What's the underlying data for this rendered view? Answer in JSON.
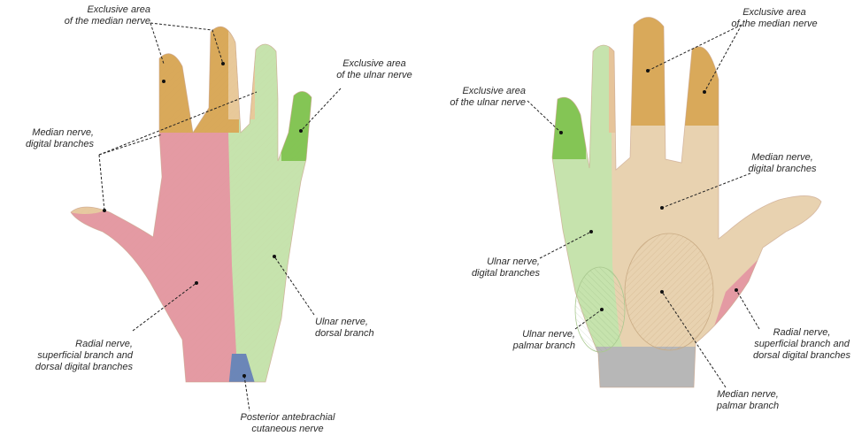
{
  "colors": {
    "median": "#d9a95a",
    "median_palm": "#e8d2b0",
    "ulnar": "#b9dba0",
    "ulnar_exclusive": "#7fc24a",
    "radial": "#e49aa3",
    "posterior_antebrachial": "#6b86b8",
    "wrist_gray": "#b7b7b7",
    "line": "#222222"
  },
  "dorsal": {
    "exclusive_median": [
      "Exclusive area",
      "of the median nerve"
    ],
    "exclusive_ulnar": [
      "Exclusive area",
      "of the ulnar nerve"
    ],
    "median_digital": [
      "Median nerve,",
      "digital branches"
    ],
    "radial_superficial": [
      "Radial nerve,",
      "superficial branch and",
      "dorsal digital branches"
    ],
    "ulnar_dorsal": [
      "Ulnar nerve,",
      "dorsal branch"
    ],
    "posterior_antebrachial": [
      "Posterior antebrachial",
      "cutaneous nerve"
    ]
  },
  "palmar": {
    "exclusive_ulnar": [
      "Exclusive area",
      "of the ulnar nerve"
    ],
    "exclusive_median": [
      "Exclusive area",
      "of the median nerve"
    ],
    "median_digital": [
      "Median nerve,",
      "digital branches"
    ],
    "ulnar_digital": [
      "Ulnar nerve,",
      "digital branches"
    ],
    "ulnar_palmar": [
      "Ulnar nerve,",
      "palmar branch"
    ],
    "radial_superficial": [
      "Radial nerve,",
      "superficial branch and",
      "dorsal digital branches"
    ],
    "median_palmar": [
      "Median nerve,",
      "palmar branch"
    ]
  }
}
